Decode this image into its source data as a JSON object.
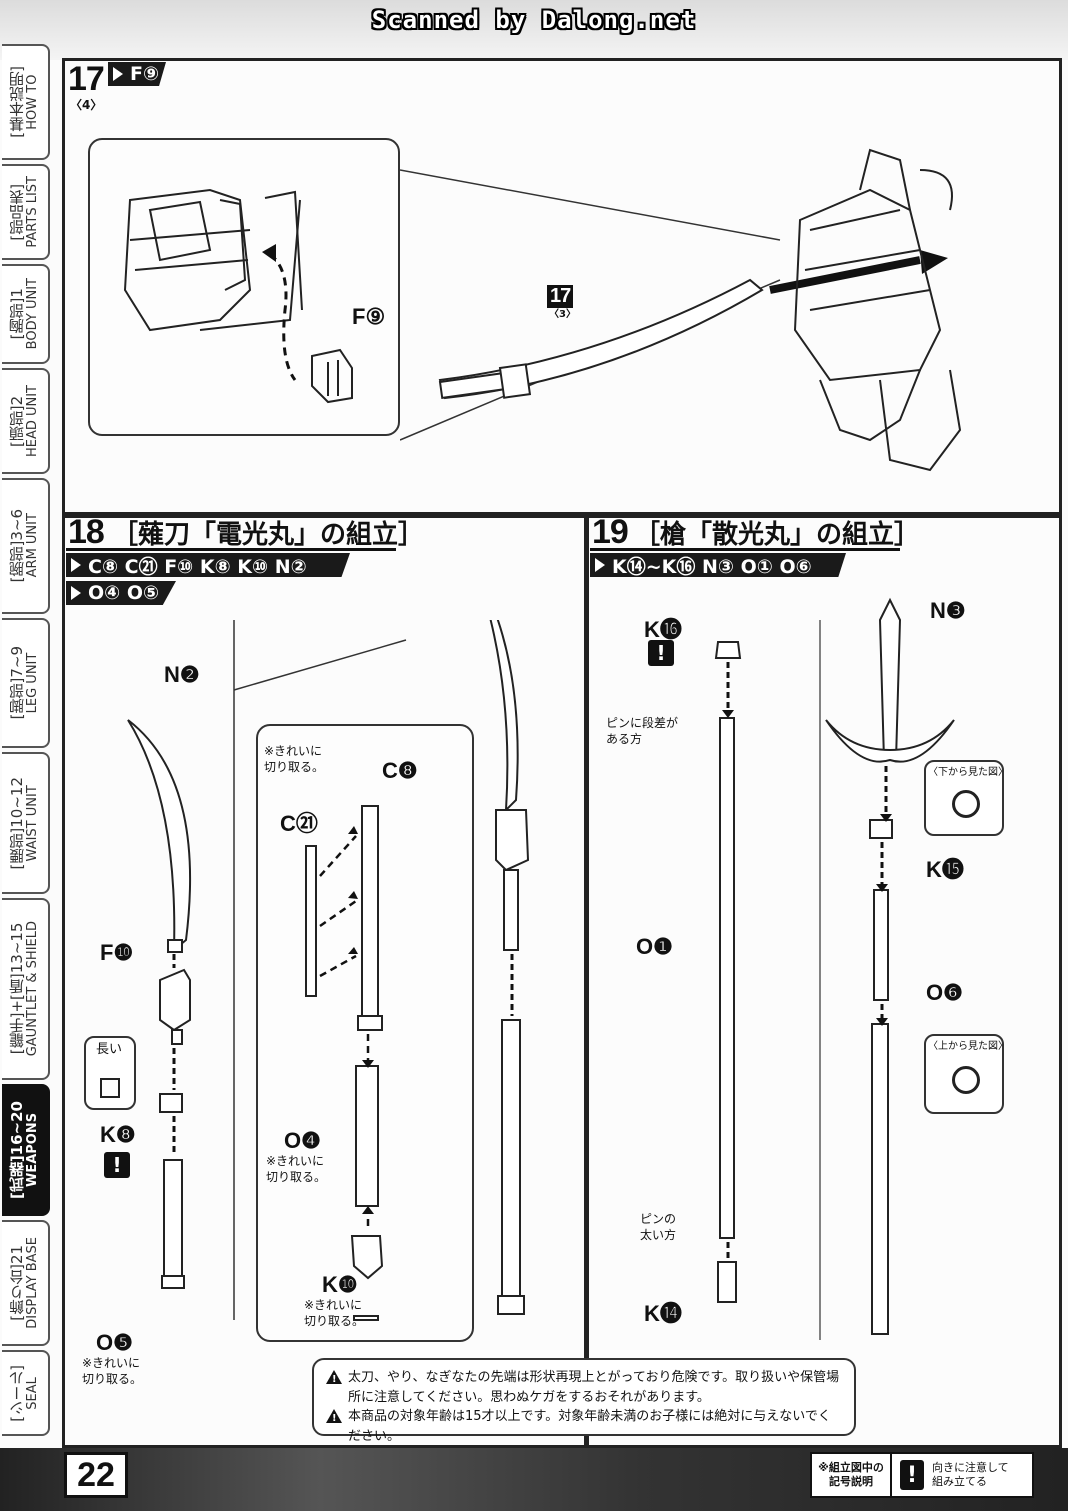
{
  "header": {
    "scan_credit": "Scanned by Dalong.net"
  },
  "side_nav": [
    {
      "jp": "[基本説明]",
      "en": "HOW TO",
      "active": false
    },
    {
      "jp": "[部品表]",
      "en": "PARTS LIST",
      "active": false
    },
    {
      "jp": "[胸部]1",
      "en": "BODY UNIT",
      "active": false
    },
    {
      "jp": "[頭部]2",
      "en": "HEAD UNIT",
      "active": false
    },
    {
      "jp": "[腕部]3~6",
      "en": "ARM UNIT",
      "active": false
    },
    {
      "jp": "[脚部]7~9",
      "en": "LEG UNIT",
      "active": false
    },
    {
      "jp": "[腰部]10~12",
      "en": "WAIST UNIT",
      "active": false
    },
    {
      "jp": "[籠手]+[盾]13~15",
      "en": "GAUNTLET & SHIELD",
      "active": false
    },
    {
      "jp": "[武器]16~20",
      "en": "WEAPONS",
      "active": true
    },
    {
      "jp": "[飾り台]21",
      "en": "DISPLAY BASE",
      "active": false
    },
    {
      "jp": "[シール]",
      "en": "SEAL",
      "active": false
    }
  ],
  "step17": {
    "number": "17",
    "sub": "〈4〉",
    "parts": "F⑨",
    "label_f9": "F⑨",
    "ref_number": "17",
    "ref_sub": "〈3〉"
  },
  "step18": {
    "number": "18",
    "title": "［薙刀「電光丸」の組立］",
    "parts_line1": "C⑧ C㉑ F⑩ K⑧ K⑩ N②",
    "parts_line2": "O④ O⑤",
    "labels": {
      "n2": "N❷",
      "f10": "F❿",
      "k8": "K❽",
      "o5": "O❺",
      "c8": "C❽",
      "c21": "C㉑",
      "o4": "O❹",
      "k10": "K❿",
      "long": "長い"
    },
    "notes": {
      "clean_cut_c21": "※きれいに\n切り取る。",
      "clean_cut_o4": "※きれいに\n切り取る。",
      "clean_cut_k10": "※きれいに\n切り取る。",
      "clean_cut_o5": "※きれいに\n切り取る。"
    }
  },
  "step19": {
    "number": "19",
    "title": "［槍「散光丸」の組立］",
    "parts": "K⑭~K⑯ N③ O① O⑥",
    "labels": {
      "k16": "K⓰",
      "n3": "N❸",
      "k15": "K⓯",
      "o1": "O❶",
      "o6": "O❻",
      "k14": "K⓮"
    },
    "notes": {
      "pin_step": "ピンに段差が\nある方",
      "pin_thick": "ピンの\n太い方",
      "view_bottom": "〈下から見た図〉",
      "view_top": "〈上から見た図〉"
    }
  },
  "warnings": [
    "太刀、やり、なぎなたの先端は形状再現上とがっており危険です。取り扱いや保管場所に注意してください。思わぬケガをするおそれがあります。",
    "本商品の対象年齢は15才以上です。対象年齢未満のお子様には絶対に与えないでください。"
  ],
  "footer": {
    "page_number": "22",
    "legend_title": "※組立図中の\n記号説明",
    "legend_icon": "!",
    "legend_text": "向きに注意して\n組み立てる"
  }
}
